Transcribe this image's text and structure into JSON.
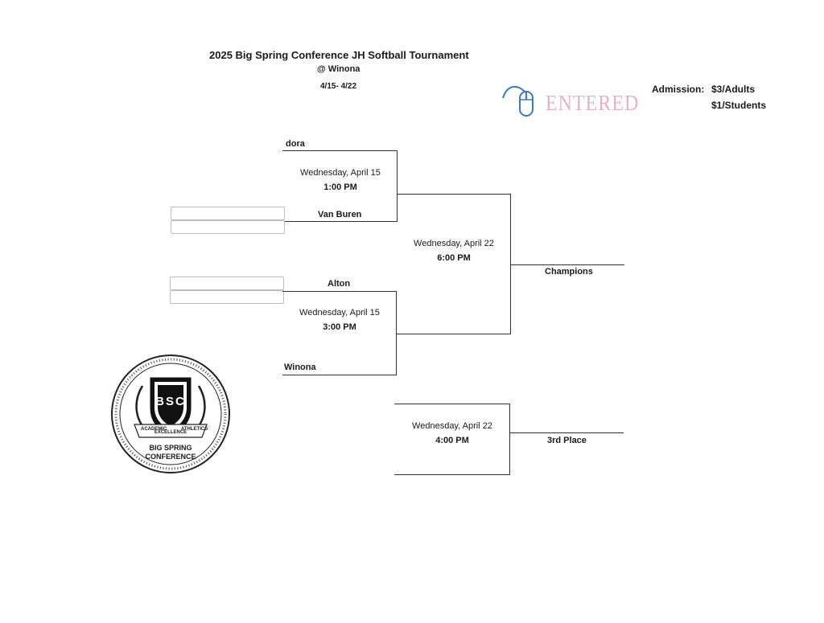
{
  "header": {
    "title": "2025 Big Spring Conference JH Softball Tournament",
    "location": "@ Winona",
    "dates": "4/15- 4/22"
  },
  "admission": {
    "label": "Admission:",
    "adults": "$3/Adults",
    "students": "$1/Students"
  },
  "stamp": {
    "text": "ENTERED",
    "icon": "mouse-icon",
    "color": "#e2a6b0",
    "icon_color": "#3a78c2"
  },
  "bracket": {
    "teams": {
      "team1": "dora",
      "team2": "Van Buren",
      "team3": "Alton",
      "team4": "Winona"
    },
    "games": {
      "game1": {
        "date": "Wednesday, April 15",
        "time": "1:00 PM"
      },
      "game2": {
        "date": "Wednesday, April 15",
        "time": "3:00 PM"
      },
      "final": {
        "date": "Wednesday, April 22",
        "time": "6:00 PM"
      },
      "third": {
        "date": "Wednesday, April 22",
        "time": "4:00 PM"
      }
    },
    "results": {
      "champions": "Champions",
      "third_place": "3rd Place"
    }
  },
  "seal": {
    "initials": "BSC",
    "name_line1": "BIG SPRING",
    "name_line2": "CONFERENCE",
    "banner_left": "ACADEMIC",
    "banner_center": "EXCELLENCE",
    "banner_right": "ATHLETICS"
  }
}
